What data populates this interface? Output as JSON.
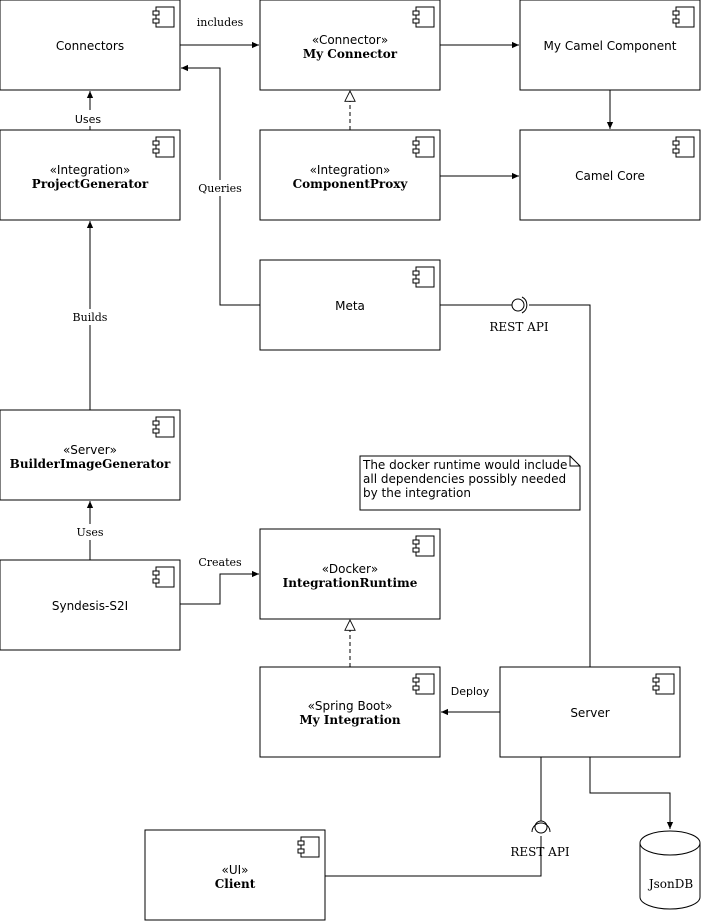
{
  "components": {
    "connectors": {
      "name": "Connectors"
    },
    "my_connector": {
      "stereotype": "«Connector»",
      "name": "My Connector"
    },
    "my_camel_component": {
      "name": "My Camel Component"
    },
    "project_generator": {
      "stereotype": "«Integration»",
      "name": "ProjectGenerator"
    },
    "component_proxy": {
      "stereotype": "«Integration»",
      "name": "ComponentProxy"
    },
    "camel_core": {
      "name": "Camel Core"
    },
    "meta": {
      "name": "Meta"
    },
    "builder_image_generator": {
      "stereotype": "«Server»",
      "name": "BuilderImageGenerator"
    },
    "syndesis_s2i": {
      "name": "Syndesis-S2I"
    },
    "integration_runtime": {
      "stereotype": "«Docker»",
      "name": "IntegrationRuntime"
    },
    "my_integration": {
      "stereotype": "«Spring Boot»",
      "name": "My Integration"
    },
    "server": {
      "name": "Server"
    },
    "client": {
      "stereotype": "«UI»",
      "name": "Client"
    },
    "jsondb": {
      "name": "JsonDB"
    }
  },
  "edges": {
    "includes": "includes",
    "uses_top": "Uses",
    "queries": "Queries",
    "builds": "Builds",
    "uses_bottom": "Uses",
    "creates": "Creates",
    "deploy": "Deploy"
  },
  "interfaces": {
    "rest_api_meta": "REST API",
    "rest_api_server": "REST API"
  },
  "note": {
    "lines": [
      "The docker runtime would include",
      "all dependencies possibly needed",
      "by the integration"
    ]
  }
}
